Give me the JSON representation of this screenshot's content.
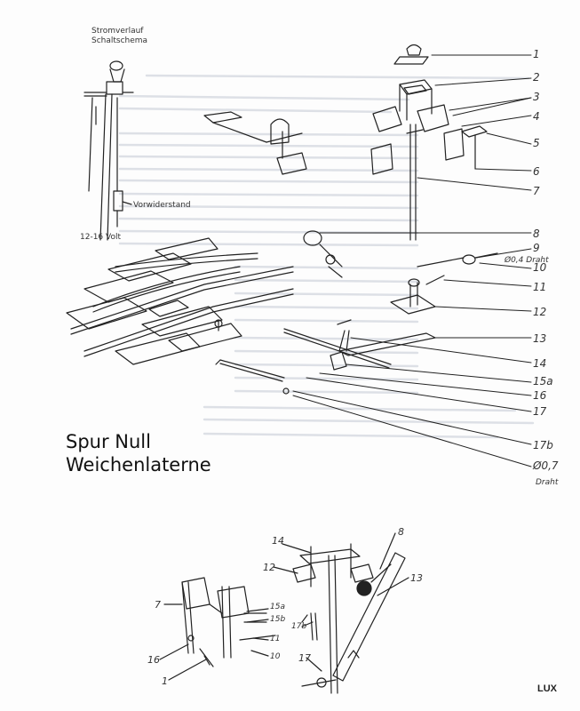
{
  "schematic": {
    "heading_line1": "Stromverlauf",
    "heading_line2": "Schaltschema",
    "resistor_label": "Vorwiderstand",
    "voltage_label": "12-16 Volt"
  },
  "parts": [
    "1",
    "2",
    "3",
    "4",
    "5",
    "6",
    "7",
    "8",
    "9",
    "10",
    "11",
    "12",
    "13",
    "14",
    "15a",
    "16",
    "17",
    "17b"
  ],
  "wire_notes": {
    "p10": "Ø0,4 Draht",
    "p0_7": "Ø0,7",
    "p0_7_sub": "Draht"
  },
  "title": {
    "line1": "Spur Null",
    "line2": "Weichenlaterne"
  },
  "lower_labels": [
    "14",
    "12",
    "8",
    "13",
    "7",
    "15a",
    "15b",
    "17b",
    "11",
    "16",
    "1",
    "10",
    "17"
  ],
  "brand": "LUX"
}
